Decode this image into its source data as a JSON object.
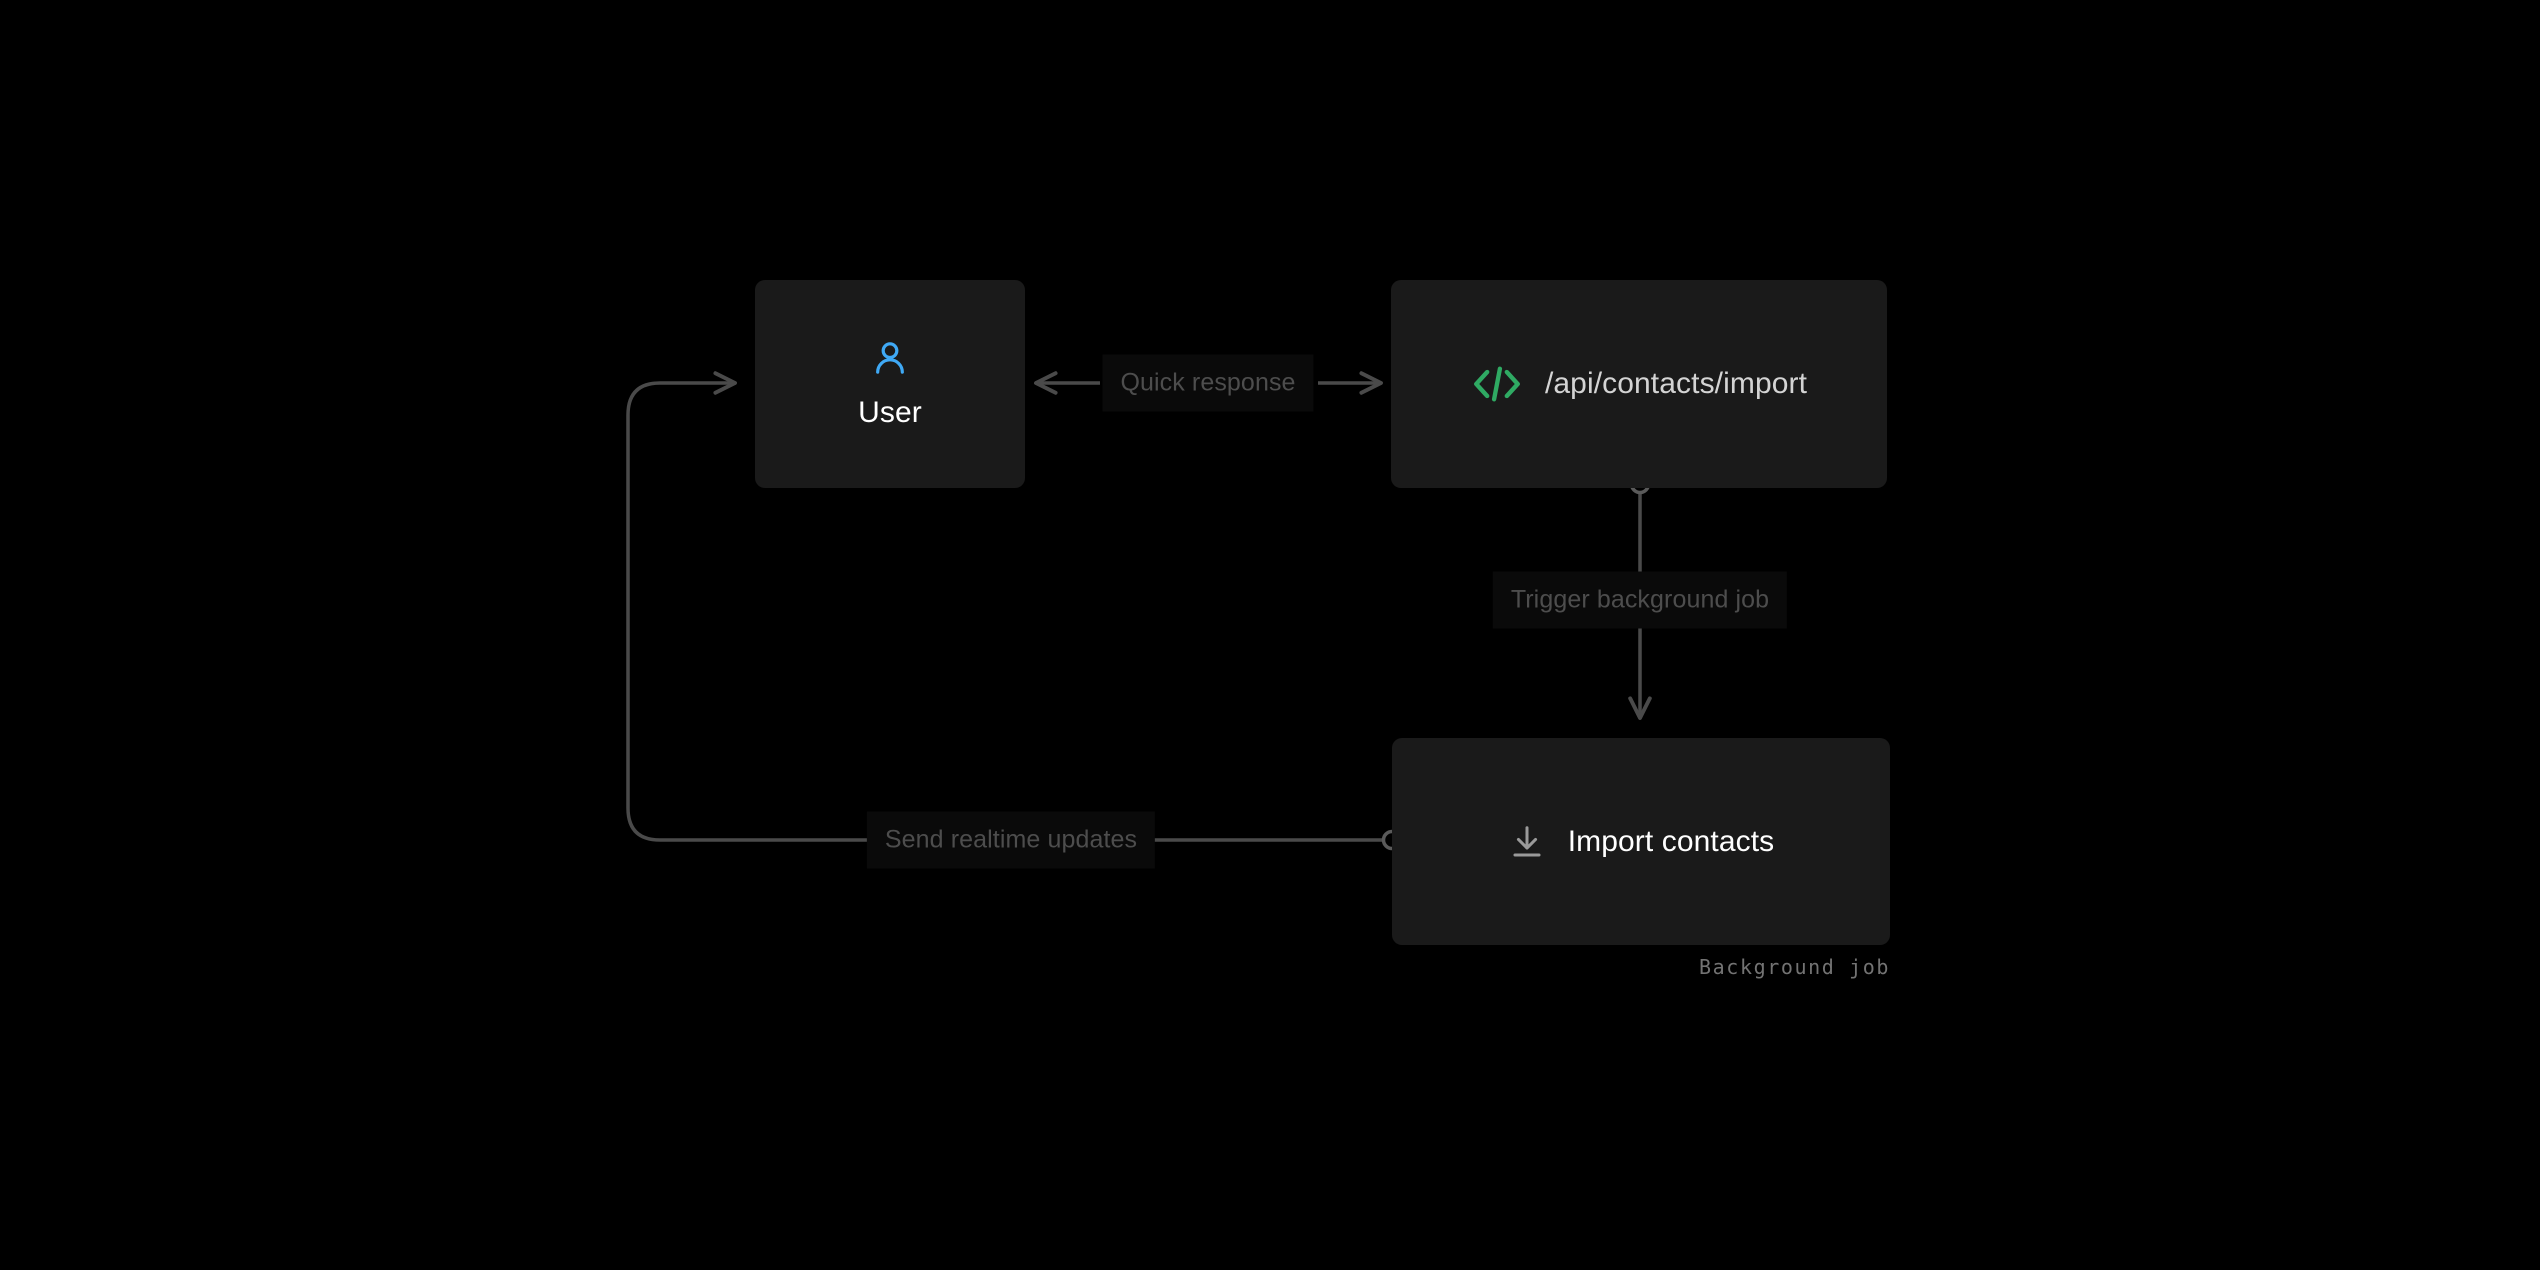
{
  "diagram": {
    "type": "architecture-flow",
    "background_color": "#000000",
    "node_fill": "#1a1a1a",
    "edge_color": "#4a4a4a",
    "label_chip_color": "#0a0a0a",
    "label_text_color": "#4d4d4d",
    "nodes": [
      {
        "id": "user",
        "label": "User",
        "icon": "user-icon",
        "icon_color": "#3fa9f5",
        "label_color": "#ffffff",
        "layout": "stacked"
      },
      {
        "id": "api",
        "label": "/api/contacts/import",
        "icon": "code-brackets-icon",
        "icon_color": "#2faa63",
        "label_color": "#d4d4d4",
        "layout": "inline"
      },
      {
        "id": "import",
        "label": "Import contacts",
        "icon": "download-import-icon",
        "icon_color": "#9a9a9a",
        "label_color": "#ffffff",
        "layout": "inline",
        "caption": "Background job"
      }
    ],
    "edges": [
      {
        "id": "api-to-user",
        "label": "Quick response",
        "from": "api",
        "to": "user",
        "direction": "bidirectional",
        "orientation": "horizontal"
      },
      {
        "id": "api-to-import",
        "label": "Trigger background job",
        "from": "api",
        "to": "import",
        "direction": "forward",
        "orientation": "vertical"
      },
      {
        "id": "import-to-user",
        "label": "Send realtime updates",
        "from": "import",
        "to": "user",
        "direction": "forward",
        "orientation": "routed-feedback"
      }
    ]
  }
}
